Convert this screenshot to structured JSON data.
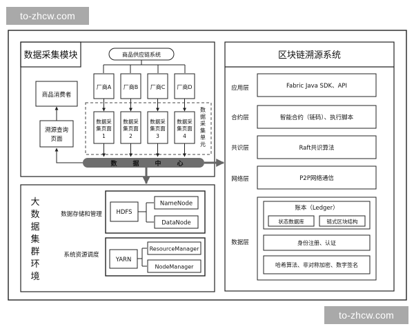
{
  "watermark": {
    "text": "to-zhcw.com"
  },
  "data_collection": {
    "title": "数据采集模块",
    "supply_chain": "商品供应链系统",
    "vendors": [
      "厂商A",
      "厂商B",
      "厂商C",
      "厂商D"
    ],
    "pages": [
      {
        "l1": "数据采",
        "l2": "集页面",
        "n": "1"
      },
      {
        "l1": "数据采",
        "l2": "集页面",
        "n": "2"
      },
      {
        "l1": "数据采",
        "l2": "集页面",
        "n": "3"
      },
      {
        "l1": "数据采",
        "l2": "集页面",
        "n": "4"
      }
    ],
    "unit_label": [
      "数",
      "据",
      "采",
      "集",
      "单",
      "元"
    ],
    "consumer": "商品消费者",
    "query_page": [
      "溯源查询",
      "页面"
    ],
    "data_center": [
      "数",
      "据",
      "中",
      "心"
    ]
  },
  "big_data": {
    "title": [
      "大",
      "数",
      "据",
      "集",
      "群",
      "环",
      "境"
    ],
    "storage_label": "数据存储和管理",
    "hdfs": "HDFS",
    "namenode": "NameNode",
    "datanode": "DataNode",
    "resource_label": "系统资源调度",
    "yarn": "YARN",
    "resource_manager": "ResourceManager",
    "node_manager": "NodeManager"
  },
  "blockchain": {
    "title": "区块链溯源系统",
    "layers": {
      "app": "应用层",
      "contract": "合约层",
      "consensus": "共识层",
      "network": "网络层",
      "data": "数据层"
    },
    "app_box": "Fabric Java SDK、API",
    "contract_box": "智能合约（链码）、执行脚本",
    "consensus_box": "Raft共识算法",
    "network_box": "P2P网络通信",
    "ledger": "账本（Ledger）",
    "state_db": "状态数据库",
    "chain_struct": "链式区块结构",
    "identity": "身份注册、认证",
    "crypto": "哈希算法、非对称加密、数字签名"
  }
}
